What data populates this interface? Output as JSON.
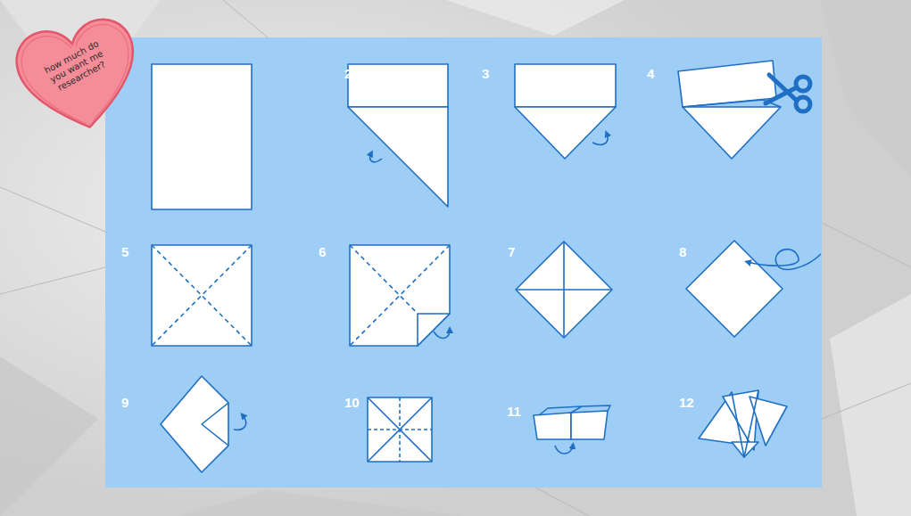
{
  "diagram": {
    "nodes": [
      {
        "text": [
          "how much do you want me researcher?"
        ]
      }
    ],
    "labels": [
      "2",
      "3",
      "4",
      "5",
      "6",
      "7",
      "8",
      "9",
      "10",
      "11",
      "12"
    ]
  }
}
